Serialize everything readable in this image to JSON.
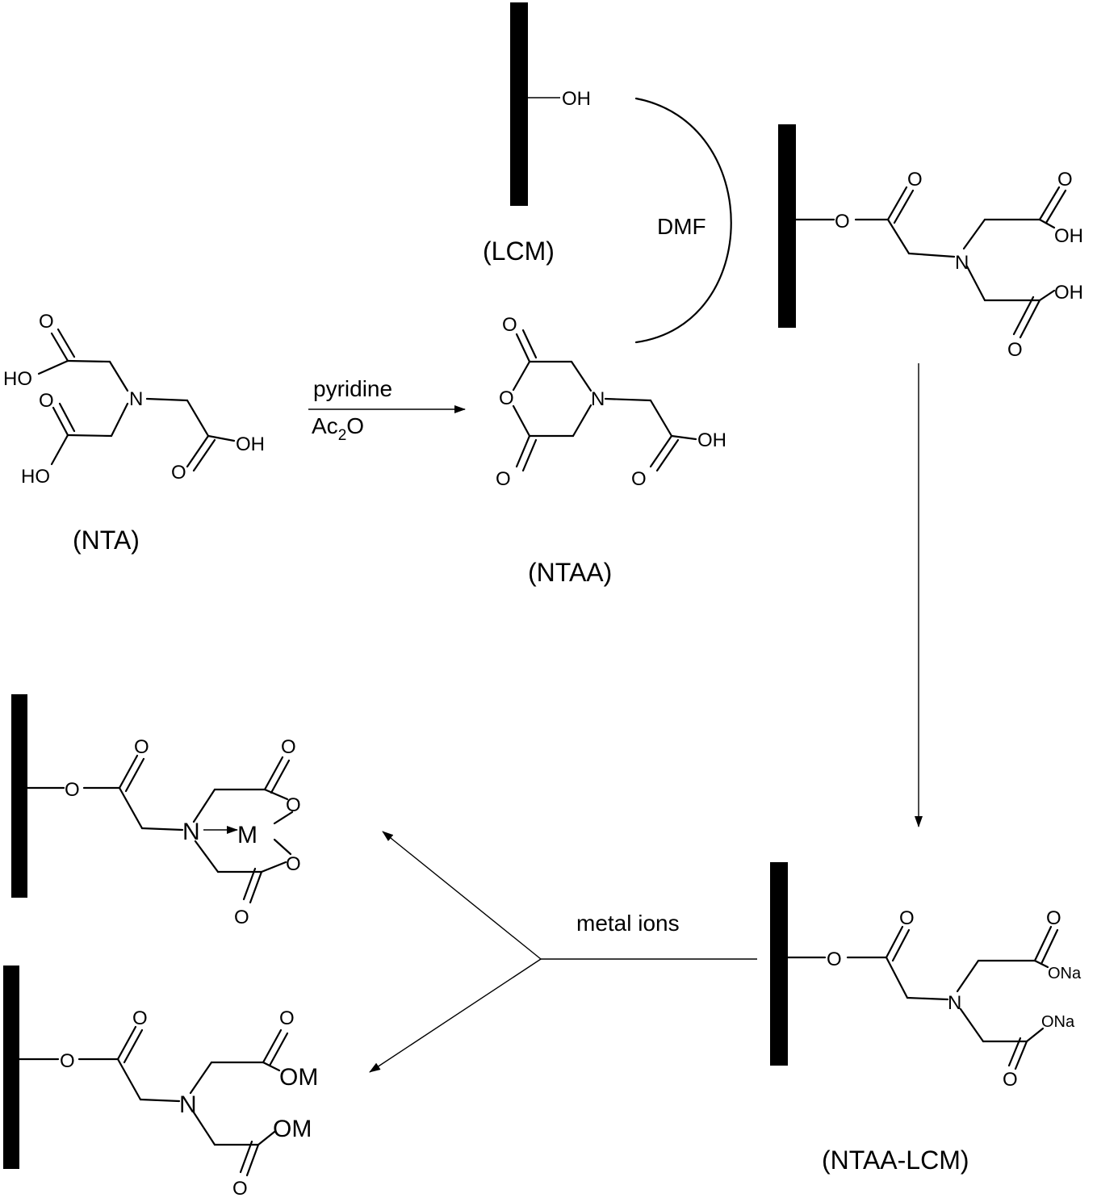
{
  "labels": {
    "nta": "(NTA)",
    "ntaa": "(NTAA)",
    "lcm": "(LCM)",
    "ntaa_lcm": "(NTAA-LCM)"
  },
  "conditions": {
    "step1_top": "pyridine",
    "step1_bottom_ac": "Ac",
    "step1_bottom_sub": "2",
    "step1_bottom_o": "O",
    "step2": "DMF",
    "step3": "metal ions"
  },
  "atoms": {
    "oh": "OH",
    "ho": "HO",
    "o": "O",
    "n": "N",
    "m": "M",
    "om": "OM",
    "ona": "ONa"
  }
}
